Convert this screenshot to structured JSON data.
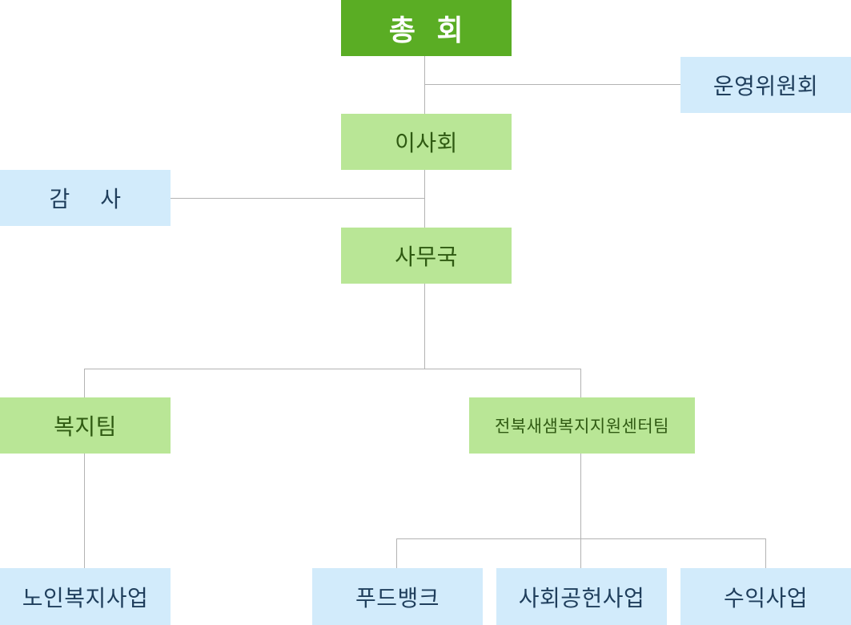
{
  "org_chart": {
    "general_assembly": "총  회",
    "steering_committee": "운영위원회",
    "board": "이사회",
    "auditor": "감    사",
    "secretariat": "사무국",
    "welfare_team": "복지팀",
    "center_team": "전북새샘복지지원센터팀",
    "elderly_welfare": "노인복지사업",
    "food_bank": "푸드뱅크",
    "social_contribution": "사회공헌사업",
    "revenue_business": "수익사업"
  },
  "colors": {
    "top_box": "#5aad24",
    "green_box": "#b9e696",
    "blue_box": "#d2ebfb",
    "connector": "#b3b3b3"
  }
}
